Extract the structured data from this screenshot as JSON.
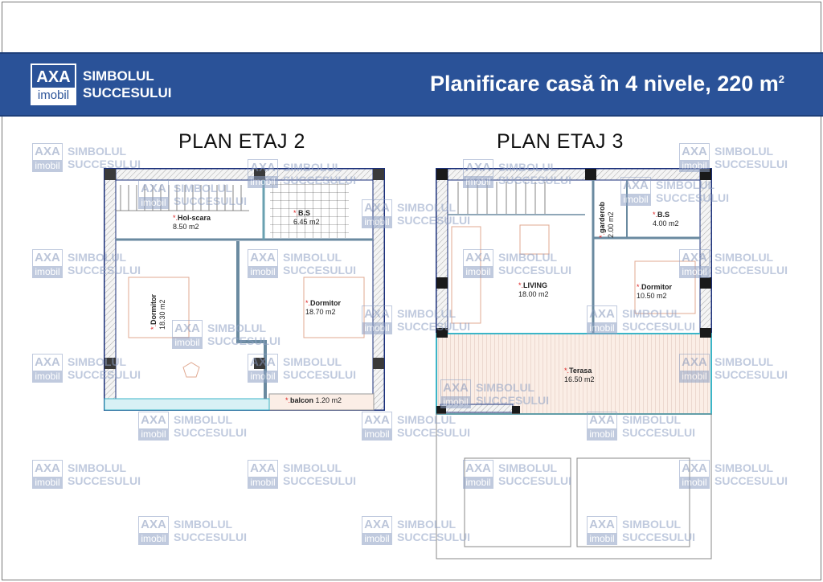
{
  "header": {
    "logo_top": "AXA",
    "logo_bottom": "imobil",
    "slogan_line1": "SIMBOLUL",
    "slogan_line2": "SUCCESULUI",
    "title": "Planificare casă în 4 nivele, 220 m",
    "title_sup": "2"
  },
  "watermark": {
    "top": "AXA",
    "bottom": "imobil",
    "line1": "SIMBOLUL",
    "line2": "SUCCESULUI"
  },
  "plans": [
    {
      "title": "PLAN ETAJ 2",
      "rooms": [
        {
          "name": "Hol-scara",
          "area": "8.50 m2"
        },
        {
          "name": "B.S",
          "area": "6.45 m2"
        },
        {
          "name": "Dormitor",
          "area": "18.30 m2"
        },
        {
          "name": "Dormitor",
          "area": "18.70 m2"
        },
        {
          "name": "balcon",
          "area": "1.20 m2"
        }
      ]
    },
    {
      "title": "PLAN ETAJ 3",
      "rooms": [
        {
          "name": "garderob",
          "area": "2.00 m2"
        },
        {
          "name": "B.S",
          "area": "4.00 m2"
        },
        {
          "name": "LIVING",
          "area": "18.00 m2"
        },
        {
          "name": "Dormitor",
          "area": "10.50 m2"
        },
        {
          "name": "Terasa",
          "area": "16.50 m2"
        }
      ]
    }
  ]
}
